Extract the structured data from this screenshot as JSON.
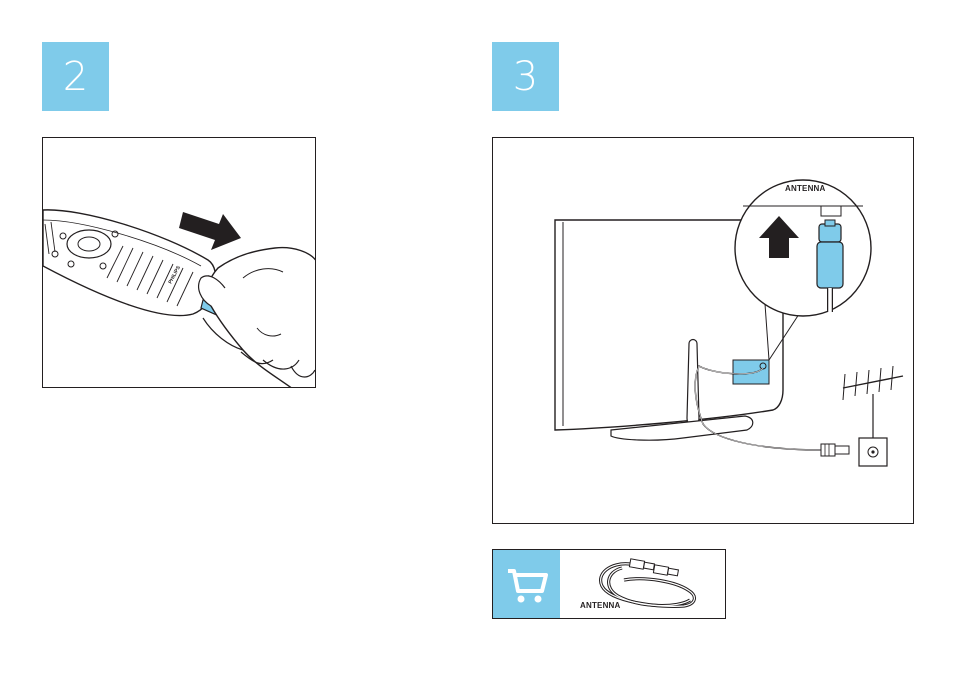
{
  "steps": {
    "step2": {
      "number": "2"
    },
    "step3": {
      "number": "3",
      "callout_label": "ANTENNA"
    }
  },
  "remote": {
    "brand": "PHILIPS"
  },
  "accessory": {
    "label": "ANTENNA"
  },
  "colors": {
    "accent": "#7fcbea",
    "line": "#231f20"
  }
}
